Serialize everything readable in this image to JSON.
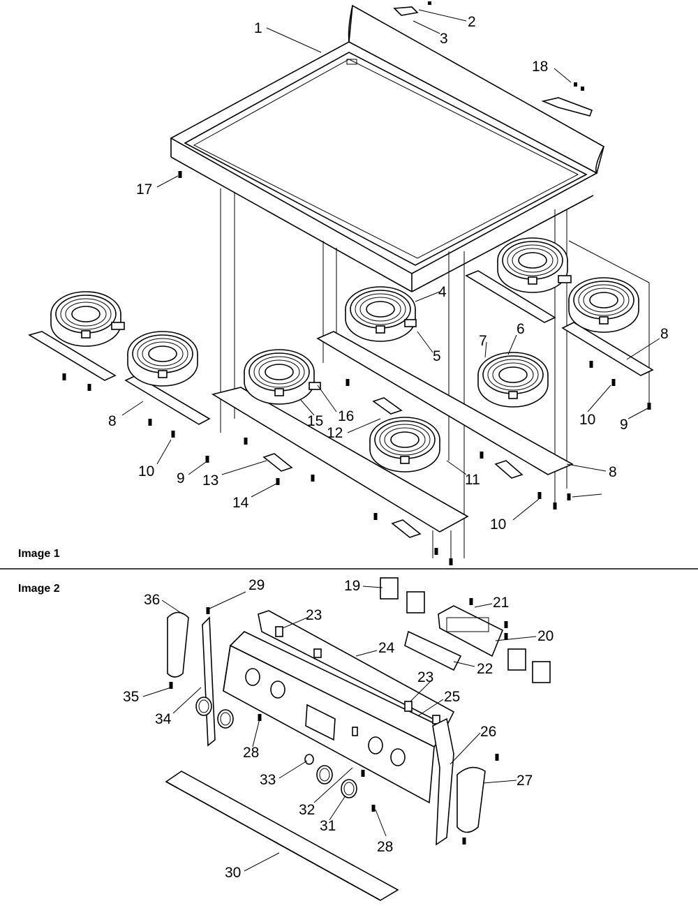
{
  "panels": [
    {
      "label": "Image 1"
    },
    {
      "label": "Image 2"
    }
  ],
  "callouts": [
    "1",
    "2",
    "3",
    "18",
    "17",
    "4",
    "5",
    "7",
    "6",
    "8",
    "10",
    "9",
    "15",
    "16",
    "12",
    "11",
    "8",
    "10",
    "9",
    "13",
    "14",
    "8",
    "10",
    "29",
    "36",
    "23",
    "24",
    "19",
    "21",
    "20",
    "22",
    "23",
    "25",
    "35",
    "34",
    "28",
    "26",
    "33",
    "27",
    "32",
    "31",
    "28",
    "30"
  ]
}
